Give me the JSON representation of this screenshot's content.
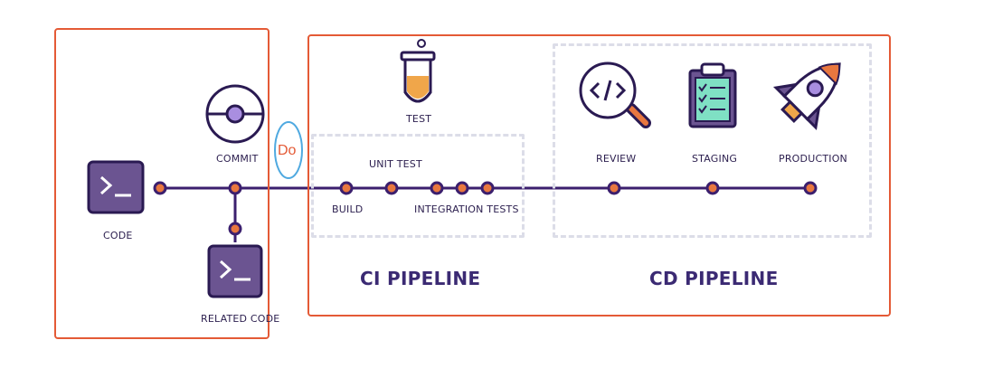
{
  "colors": {
    "line": "#3b1f6e",
    "node": "#e8773f",
    "terminal": "#6b5491",
    "red_box": "#e45a36",
    "dashed": "#dcdde8",
    "annotation_ellipse": "#4fa9e0"
  },
  "labels": {
    "code": "CODE",
    "commit": "COMMIT",
    "related_code": "RELATED CODE",
    "test": "TEST",
    "unit_test": "UNIT TEST",
    "build": "BUILD",
    "integration_tests": "INTEGRATION TESTS",
    "review": "REVIEW",
    "staging": "STAGING",
    "production": "PRODUCTION",
    "ci_pipeline": "CI PIPELINE",
    "cd_pipeline": "CD PIPELINE"
  },
  "annotation": {
    "text": "Do"
  },
  "icons": [
    "terminal-icon",
    "commit-icon",
    "test-tube-icon",
    "code-review-icon",
    "clipboard-icon",
    "rocket-icon"
  ]
}
